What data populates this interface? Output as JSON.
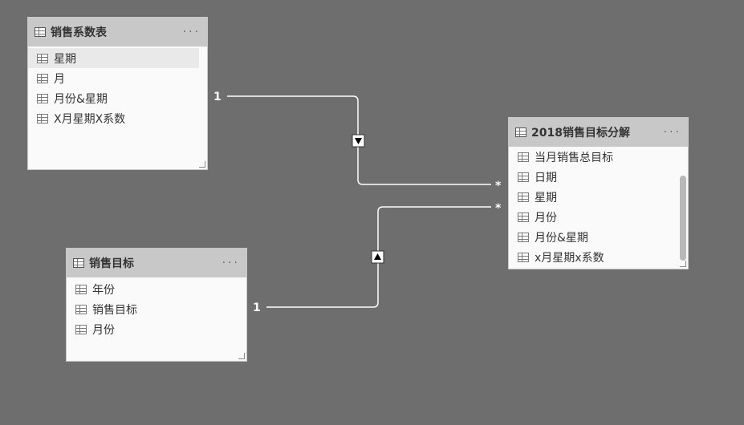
{
  "tables": [
    {
      "title": "销售系数表",
      "more": "···",
      "fields": [
        "星期",
        "月",
        "月份&星期",
        "X月星期X系数"
      ]
    },
    {
      "title": "销售目标",
      "more": "···",
      "fields": [
        "年份",
        "销售目标",
        "月份"
      ]
    },
    {
      "title": "2018销售目标分解",
      "more": "···",
      "fields": [
        "当月销售总目标",
        "日期",
        "星期",
        "月份",
        "月份&星期",
        "x月星期x系数"
      ]
    }
  ],
  "relationships": [
    {
      "one_label": "1",
      "many_label": "*",
      "direction": "down"
    },
    {
      "one_label": "1",
      "many_label": "*",
      "direction": "up"
    }
  ]
}
